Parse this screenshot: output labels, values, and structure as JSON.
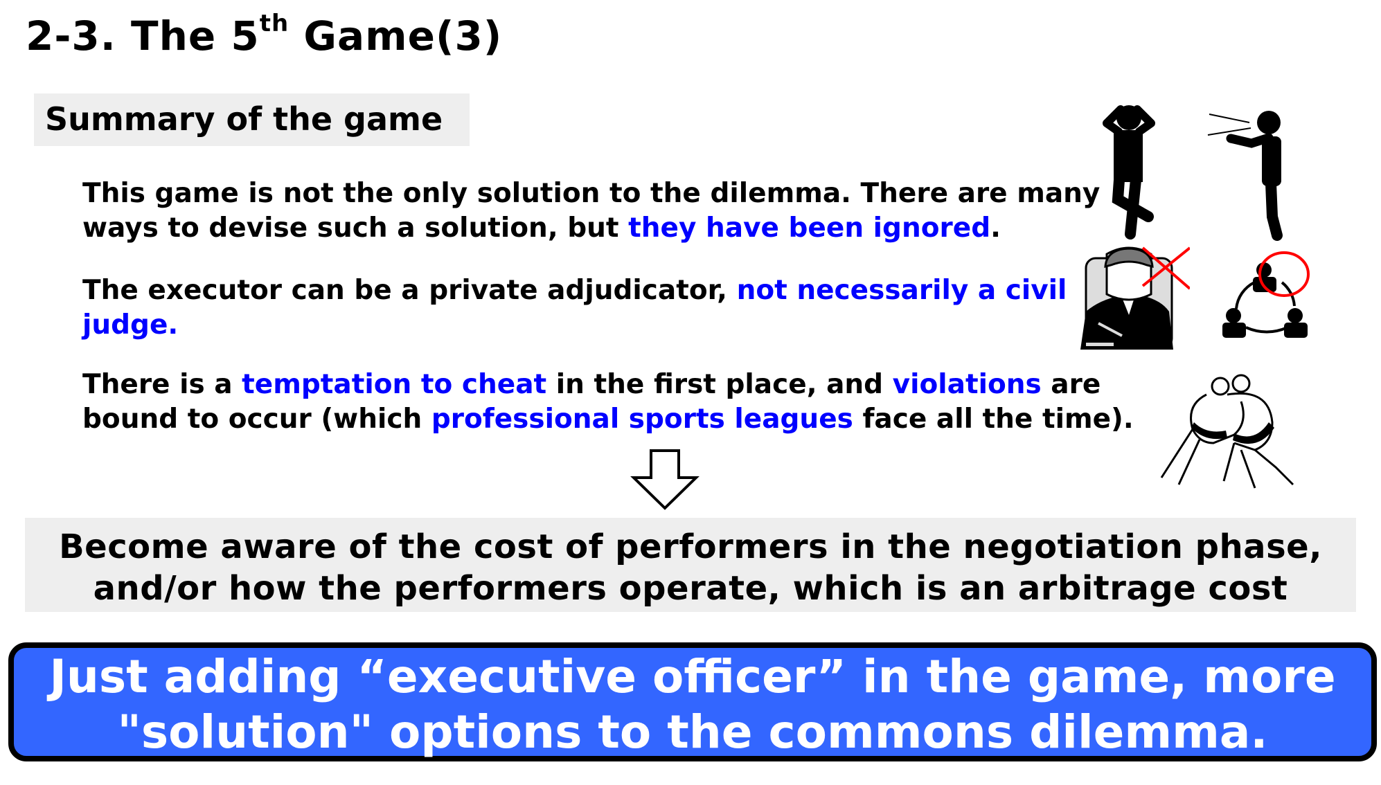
{
  "title": {
    "prefix": "2-3. The 5",
    "sup": "th",
    "suffix": " Game(3)"
  },
  "summary_label": "Summary of the game",
  "paragraphs": [
    {
      "parts": [
        "This game is not the only solution to the dilemma. There are many ways to devise such a solution, but ",
        "they have been ignored",
        "."
      ]
    },
    {
      "parts": [
        "The executor can be a private adjudicator, ",
        "not necessarily a civil judge."
      ]
    },
    {
      "parts": [
        "There is a ",
        "temptation to cheat",
        " in the first place, and ",
        "violations",
        " are bound to occur (which ",
        "professional sports leagues",
        " face all the time)."
      ]
    }
  ],
  "conclusion": {
    "line1": "Become aware of the cost of performers in the negotiation phase,",
    "line2": "and/or how the performers operate, which is an arbitrage cost"
  },
  "banner": {
    "line1": "Just adding “executive officer” in the game, more",
    "line2": "\"solution\" options to the commons dilemma."
  },
  "colors": {
    "highlight": "#0000ff",
    "banner": "#3366ff",
    "mark": "#ff0000",
    "panel": "#eeeeee"
  }
}
